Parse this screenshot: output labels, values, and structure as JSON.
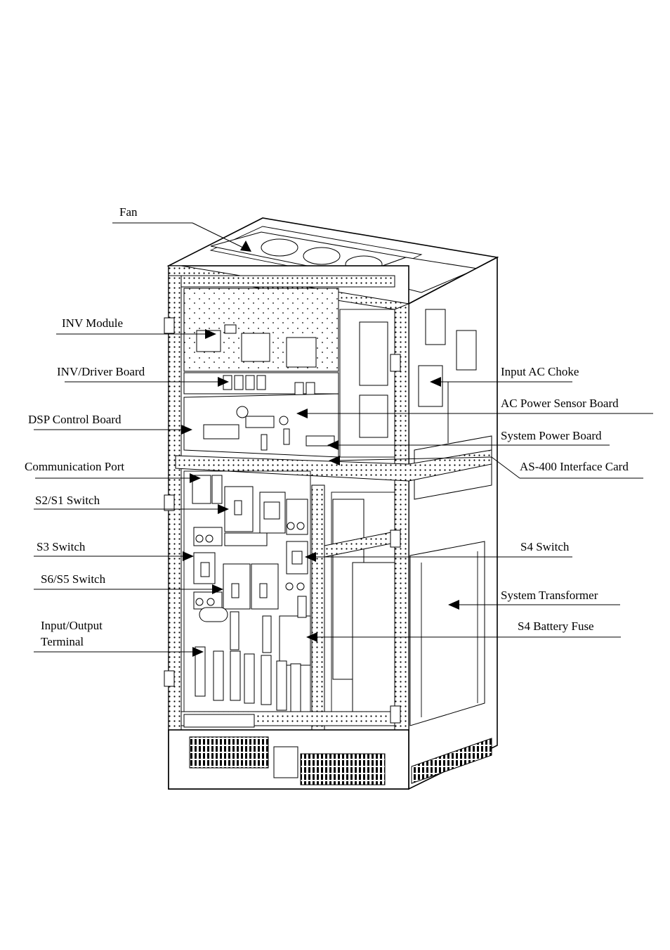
{
  "diagram": {
    "labels": {
      "fan": "Fan",
      "inv_module": "INV Module",
      "inv_driver_board": "INV/Driver Board",
      "dsp_control_board": "DSP Control Board",
      "communication_port": "Communication  Port",
      "s2_s1_switch": "S2/S1  Switch",
      "s3_switch": "S3  Switch",
      "s6_s5_switch": "S6/S5 Switch",
      "input_output_terminal_line1": "Input/Output",
      "input_output_terminal_line2": "Terminal",
      "input_ac_choke": "Input AC Choke",
      "ac_power_sensor_board": "AC Power Sensor Board",
      "system_power_board": "System Power Board",
      "as400_interface_card": "AS-400 Interface Card",
      "s4_switch": "S4 Switch",
      "system_transformer": "System Transformer",
      "s4_battery_fuse": "S4 Battery Fuse"
    }
  }
}
